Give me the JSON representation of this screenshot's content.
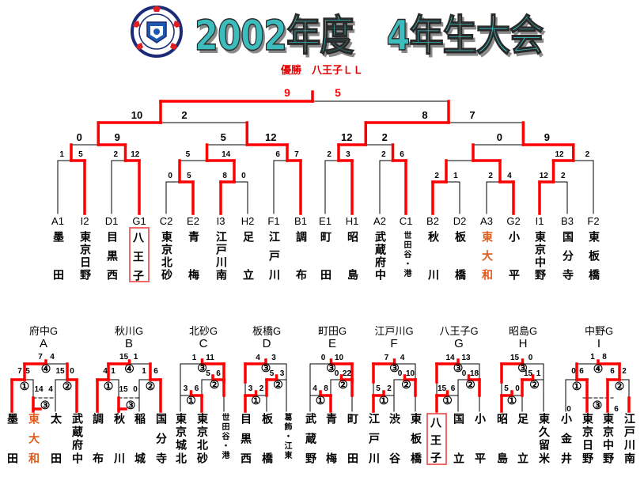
{
  "header": {
    "title": "2002年度　4年生大会",
    "champion": "優勝　八王子ＬＬ"
  },
  "colors": {
    "win_line": "#ff0000",
    "accent_team": "#e05a1a",
    "highlight_box": "#f06868",
    "title": "#3cbcbc"
  },
  "main": {
    "teams": [
      {
        "code": "A1",
        "name": "墨田"
      },
      {
        "code": "I2",
        "name": "東京日野"
      },
      {
        "code": "D1",
        "name": "目黒西"
      },
      {
        "code": "G1",
        "name": "八王子",
        "highlight": true
      },
      {
        "code": "C2",
        "name": "東京北砂"
      },
      {
        "code": "E2",
        "name": "青梅"
      },
      {
        "code": "I3",
        "name": "江戸川南"
      },
      {
        "code": "H2",
        "name": "足立"
      },
      {
        "code": "F1",
        "name": "江戸川"
      },
      {
        "code": "B1",
        "name": "調布"
      },
      {
        "code": "E1",
        "name": "町田"
      },
      {
        "code": "H1",
        "name": "昭島"
      },
      {
        "code": "A2",
        "name": "武蔵府中"
      },
      {
        "code": "C1",
        "name": "世田谷・港",
        "small": true
      },
      {
        "code": "B2",
        "name": "秋川"
      },
      {
        "code": "D2",
        "name": "板橋"
      },
      {
        "code": "A3",
        "name": "東大和",
        "color": "#e05a1a"
      },
      {
        "code": "G2",
        "name": "小平"
      },
      {
        "code": "I1",
        "name": "東京中野"
      },
      {
        "code": "B3",
        "name": "国分寺"
      },
      {
        "code": "F2",
        "name": "東板橋"
      }
    ],
    "matches": [
      {
        "scores": [
          "1",
          "5"
        ],
        "winner": 1
      },
      {
        "scores": [
          "2",
          "12"
        ],
        "winner": 1
      },
      {
        "scores": [
          "0",
          "9"
        ],
        "winner": 1
      },
      {
        "scores": [
          "0",
          "5"
        ],
        "winner": 1
      },
      {
        "scores": [
          "8",
          "0"
        ],
        "winner": 0
      },
      {
        "scores": [
          "5",
          "14"
        ],
        "winner": 1
      },
      {
        "scores": [
          "6",
          "7"
        ],
        "winner": 1
      },
      {
        "scores": [
          "5",
          "12"
        ],
        "winner": 1
      },
      {
        "scores": [
          "10",
          "2"
        ],
        "winner": 0
      },
      {
        "scores": [
          "2",
          "3"
        ],
        "winner": 1
      },
      {
        "scores": [
          "2",
          "6"
        ],
        "winner": 1
      },
      {
        "scores": [
          "12",
          "2"
        ],
        "winner": 0
      },
      {
        "scores": [
          "2",
          "1"
        ],
        "winner": 0
      },
      {
        "scores": [
          "2",
          "4"
        ],
        "winner": 1
      },
      {
        "scores": [],
        "winner": 1
      },
      {
        "scores": [
          "12",
          "2"
        ],
        "winner": 0
      },
      {
        "scores": [
          "12",
          "2"
        ],
        "winner": 0
      },
      {
        "scores": [
          "0",
          "9"
        ],
        "winner": 1
      },
      {
        "scores": [
          "8",
          "7"
        ],
        "winner": 0
      },
      {
        "scores": [
          "9",
          "5"
        ],
        "winner": 0
      }
    ]
  },
  "groups": [
    {
      "title": "府中G",
      "letter": "A",
      "teams": [
        {
          "name": "墨田"
        },
        {
          "name": "東大和",
          "color": "#e05a1a"
        },
        {
          "name": "太田"
        },
        {
          "name": "武蔵府中"
        }
      ],
      "matches": [
        {
          "label": "①",
          "scores": [
            "7",
            "5"
          ],
          "winner": 0
        },
        {
          "label": "②",
          "scores": [
            "15",
            "0"
          ],
          "winner": 1
        },
        {
          "label": "③",
          "scores": [
            "14",
            "4"
          ],
          "winner": 0
        },
        {
          "label": "④",
          "scores": [
            "7",
            "4"
          ],
          "winner": 0
        }
      ]
    },
    {
      "title": "秋川G",
      "letter": "B",
      "teams": [
        {
          "name": "調布"
        },
        {
          "name": "秋川"
        },
        {
          "name": "稲城"
        },
        {
          "name": "国分寺"
        }
      ],
      "matches": [
        {
          "label": "①",
          "scores": [
            "4",
            "1"
          ],
          "winner": 0
        },
        {
          "label": "②",
          "scores": [
            "1",
            "6"
          ],
          "winner": 1
        },
        {
          "label": "③",
          "scores": [
            "15",
            "0"
          ],
          "winner": 0
        },
        {
          "label": "④",
          "scores": [
            "15",
            "1"
          ],
          "winner": 0
        }
      ]
    },
    {
      "title": "北砂G",
      "letter": "C",
      "teams": [
        {
          "name": "東京城北"
        },
        {
          "name": "東京北砂"
        },
        {
          "name": "世田谷・港",
          "small": true
        }
      ],
      "matches": [
        {
          "label": "①",
          "scores": [
            "3",
            "6"
          ],
          "winner": 1
        },
        {
          "label": "②",
          "scores": [
            "5",
            "6"
          ],
          "winner": 1
        },
        {
          "label": "③",
          "scores": [
            "1",
            "11"
          ],
          "winner": 1
        }
      ]
    },
    {
      "title": "板橋G",
      "letter": "D",
      "teams": [
        {
          "name": "目黒西"
        },
        {
          "name": "板橋"
        },
        {
          "name": "葛飾・江東",
          "small": true
        }
      ],
      "matches": [
        {
          "label": "①",
          "scores": [
            "3",
            "2"
          ],
          "winner": 0
        },
        {
          "label": "②",
          "scores": [
            "5",
            "3"
          ],
          "winner": 0
        },
        {
          "label": "③",
          "scores": [
            "4",
            "3"
          ],
          "winner": 0
        }
      ]
    },
    {
      "title": "町田G",
      "letter": "E",
      "teams": [
        {
          "name": "武蔵野"
        },
        {
          "name": "青梅"
        },
        {
          "name": "町田"
        }
      ],
      "matches": [
        {
          "label": "①",
          "scores": [
            "4",
            "8"
          ],
          "winner": 1
        },
        {
          "label": "②",
          "scores": [
            "0",
            "22"
          ],
          "winner": 1
        },
        {
          "label": "③",
          "scores": [
            "0",
            "10"
          ],
          "winner": 1
        }
      ]
    },
    {
      "title": "江戸川G",
      "letter": "F",
      "teams": [
        {
          "name": "江戸川"
        },
        {
          "name": "渋谷"
        },
        {
          "name": "東板橋"
        }
      ],
      "matches": [
        {
          "label": "①",
          "scores": [
            "5",
            "2"
          ],
          "winner": 0
        },
        {
          "label": "②",
          "scores": [
            "0",
            "10"
          ],
          "winner": 1
        },
        {
          "label": "③",
          "scores": [
            "7",
            "4"
          ],
          "winner": 0
        }
      ]
    },
    {
      "title": "八王子G",
      "letter": "G",
      "teams": [
        {
          "name": "八王子",
          "highlight": true
        },
        {
          "name": "国立"
        },
        {
          "name": "小平"
        }
      ],
      "matches": [
        {
          "label": "①",
          "scores": [
            "15",
            "6"
          ],
          "winner": 0
        },
        {
          "label": "②",
          "scores": [
            "0",
            "18"
          ],
          "winner": 1
        },
        {
          "label": "③",
          "scores": [
            "14",
            "13"
          ],
          "winner": 0
        }
      ]
    },
    {
      "title": "昭島G",
      "letter": "H",
      "teams": [
        {
          "name": "昭島"
        },
        {
          "name": "足立"
        },
        {
          "name": "東久留米"
        }
      ],
      "matches": [
        {
          "label": "①",
          "scores": [
            "5",
            "0"
          ],
          "winner": 0
        },
        {
          "label": "②",
          "scores": [
            "15",
            "1"
          ],
          "winner": 0
        },
        {
          "label": "③",
          "scores": [
            "15",
            "0"
          ],
          "winner": 0
        }
      ]
    },
    {
      "title": "中野G",
      "letter": "I",
      "teams": [
        {
          "name": "小金井"
        },
        {
          "name": "東京日野"
        },
        {
          "name": "東京中野"
        },
        {
          "name": "江戸川南"
        }
      ],
      "matches": [
        {
          "label": "①",
          "scores": [
            "0",
            "6"
          ],
          "winner": 1
        },
        {
          "label": "②",
          "scores": [
            "6",
            "2"
          ],
          "winner": 0
        },
        {
          "label": "③",
          "scores": [
            "0",
            "6"
          ],
          "winner": 1
        },
        {
          "label": "④",
          "scores": [
            "1",
            "8"
          ],
          "winner": 1
        }
      ]
    }
  ]
}
